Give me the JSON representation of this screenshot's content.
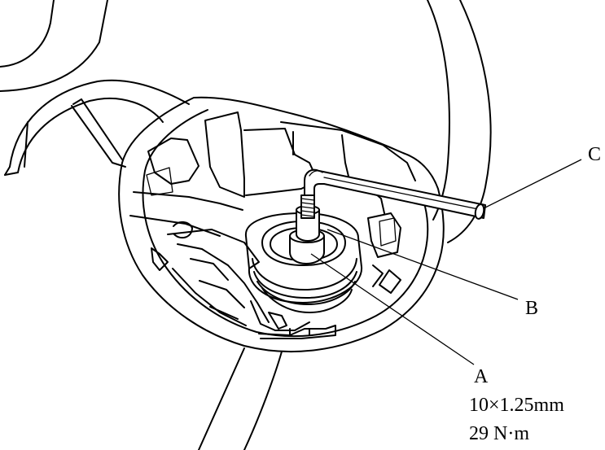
{
  "callouts": {
    "a": "A",
    "b": "B",
    "c": "C"
  },
  "spec": {
    "size": "10×1.25mm",
    "torque": "29 N·m"
  }
}
